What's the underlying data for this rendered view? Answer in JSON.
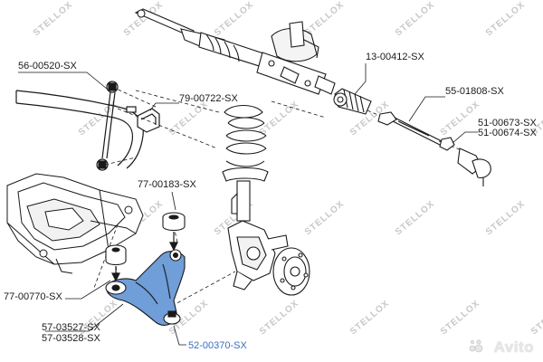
{
  "part_labels": [
    {
      "id": "lbl-56-00520",
      "text": "56-00520-SX"
    },
    {
      "id": "lbl-79-00722",
      "text": "79-00722-SX"
    },
    {
      "id": "lbl-13-00412",
      "text": "13-00412-SX"
    },
    {
      "id": "lbl-55-01808",
      "text": "55-01808-SX"
    },
    {
      "id": "lbl-51-00673",
      "text": "51-00673-SX"
    },
    {
      "id": "lbl-51-00674",
      "text": "51-00674-SX"
    },
    {
      "id": "lbl-77-00183",
      "text": "77-00183-SX"
    },
    {
      "id": "lbl-77-00770",
      "text": "77-00770-SX"
    },
    {
      "id": "lbl-57-03527",
      "text": "57-03527-SX"
    },
    {
      "id": "lbl-57-03528",
      "text": "57-03528-SX"
    },
    {
      "id": "lbl-52-00370",
      "text": "52-00370-SX"
    }
  ],
  "watermark": {
    "text": "STELLOX"
  },
  "avito": {
    "text": "Avito"
  },
  "colors": {
    "line": "#1a1a1a",
    "highlight_part": "#6f9ed8",
    "highlight_label": "#3a6fbf",
    "watermark": "#c8c8c8"
  }
}
